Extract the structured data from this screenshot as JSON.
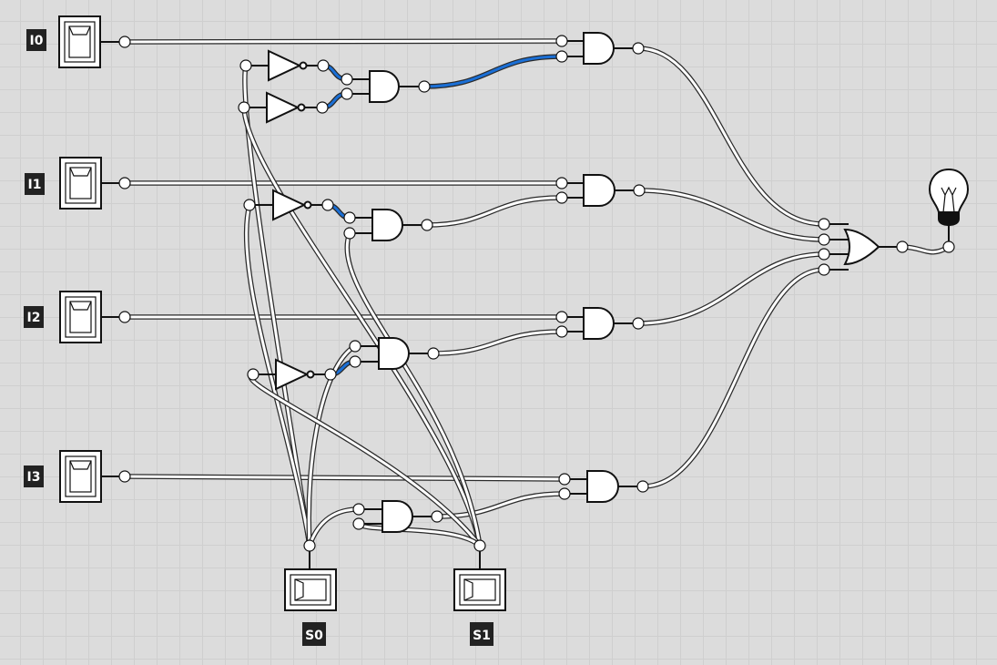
{
  "inputs": [
    {
      "id": "I0",
      "label": "I0"
    },
    {
      "id": "I1",
      "label": "I1"
    },
    {
      "id": "I2",
      "label": "I2"
    },
    {
      "id": "I3",
      "label": "I3"
    }
  ],
  "selects": [
    {
      "id": "S0",
      "label": "S0"
    },
    {
      "id": "S1",
      "label": "S1"
    }
  ],
  "colors": {
    "background": "#dcdcdc",
    "grid": "#cfcfcf",
    "wire_off": "#ffffff",
    "wire_on": "#1a6fd6",
    "label_bg": "#222222",
    "label_text": "#ffffff",
    "gate_fill": "#ffffff",
    "stroke": "#111111"
  },
  "output": {
    "id": "lamp",
    "icon": "light-bulb-icon",
    "state": "off"
  }
}
